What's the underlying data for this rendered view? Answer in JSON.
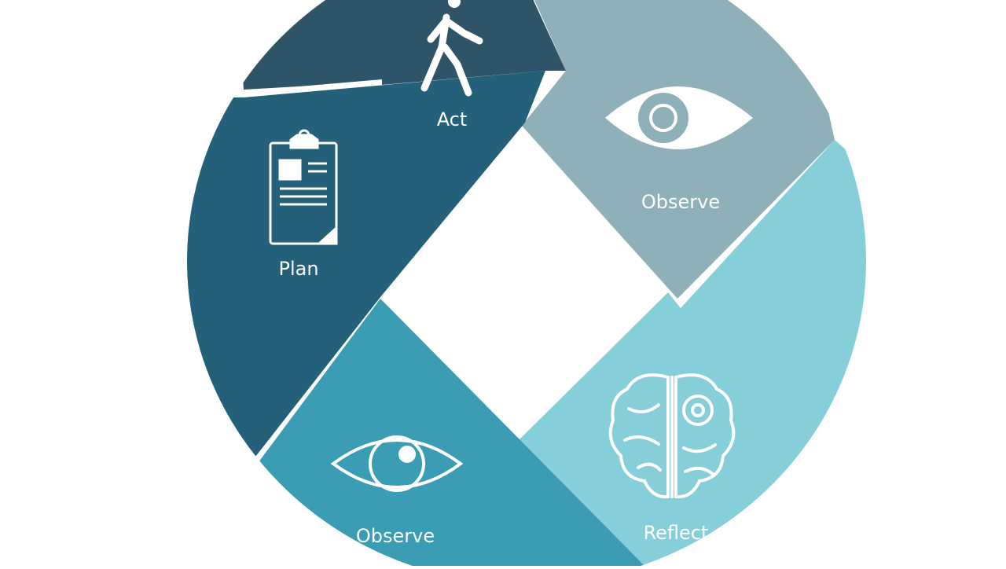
{
  "diagram": {
    "segments": [
      {
        "id": "act",
        "label": "Act",
        "icon": "walking-person-icon",
        "color": "#2d5468"
      },
      {
        "id": "observe-top",
        "label": "Observe",
        "icon": "eye-icon",
        "color": "#8eb0b8"
      },
      {
        "id": "plan",
        "label": "Plan",
        "icon": "clipboard-icon",
        "color": "#25607a"
      },
      {
        "id": "observe-bottom",
        "label": "Observe",
        "icon": "eye-icon",
        "color": "#3a9db3"
      },
      {
        "id": "reflect",
        "label": "Reflect",
        "icon": "brain-gear-icon",
        "color": "#86cfda"
      }
    ]
  }
}
